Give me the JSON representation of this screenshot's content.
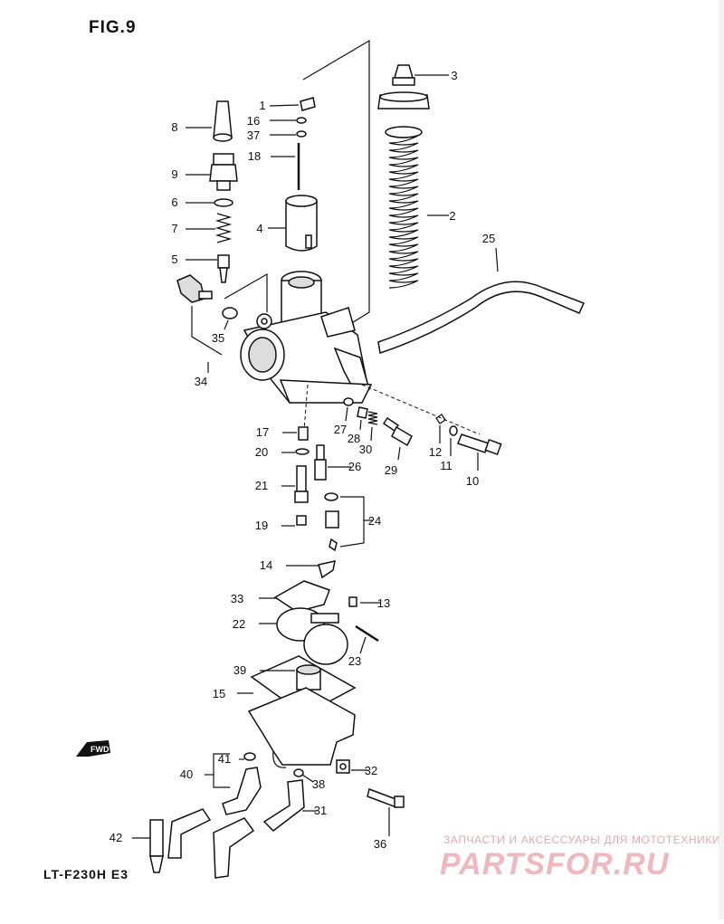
{
  "figure": {
    "title": "FIG.9",
    "model": "LT-F230H  E3"
  },
  "watermark": {
    "tagline": "ЗАПЧАСТИ И АКСЕССУАРЫ ДЛЯ МОТОТЕХНИКИ",
    "brand": "PARTSFOR.RU"
  },
  "fwd_label": "FWD",
  "callouts": [
    "1",
    "2",
    "3",
    "4",
    "5",
    "6",
    "7",
    "8",
    "9",
    "10",
    "11",
    "12",
    "13",
    "14",
    "15",
    "16",
    "17",
    "18",
    "19",
    "20",
    "21",
    "22",
    "23",
    "24",
    "25",
    "26",
    "27",
    "28",
    "29",
    "30",
    "31",
    "32",
    "33",
    "34",
    "35",
    "36",
    "37",
    "38",
    "39",
    "40",
    "41",
    "42"
  ],
  "colors": {
    "ink": "#111111",
    "watermark": "#f0b8bc"
  }
}
